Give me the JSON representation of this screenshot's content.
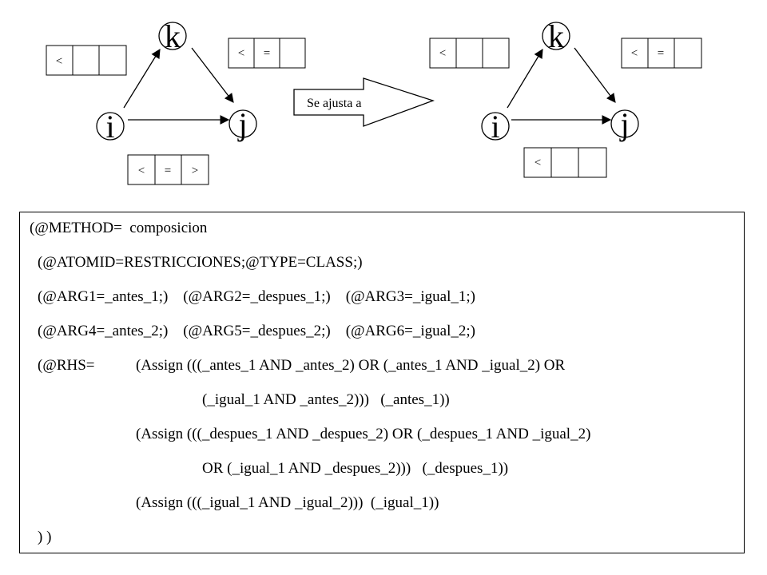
{
  "diagram": {
    "left": {
      "nodes": {
        "k": "k",
        "i": "i",
        "j": "j"
      },
      "box_ik": [
        "<",
        "",
        ""
      ],
      "box_kj": [
        "<",
        "=",
        ""
      ],
      "box_ij": [
        "<",
        "=",
        ">"
      ]
    },
    "transform_label": "Se ajusta a",
    "right": {
      "nodes": {
        "k": "k",
        "i": "i",
        "j": "j"
      },
      "box_ik": [
        "<",
        "",
        ""
      ],
      "box_kj": [
        "<",
        "=",
        ""
      ],
      "box_ij": [
        "<",
        "",
        ""
      ]
    }
  },
  "code": {
    "lines": [
      "(@METHOD=  composicion",
      "(@ATOMID=RESTRICCIONES;@TYPE=CLASS;)",
      "(@ARG1=_antes_1;)    (@ARG2=_despues_1;)    (@ARG3=_igual_1;)",
      "(@ARG4=_antes_2;)    (@ARG5=_despues_2;)    (@ARG6=_igual_2;)",
      "(@RHS=",
      "(Assign (((_antes_1 AND _antes_2) OR (_antes_1 AND _igual_2) OR",
      "(_igual_1 AND _antes_2)))   (_antes_1))",
      "(Assign (((_despues_1 AND _despues_2) OR (_despues_1 AND _igual_2)",
      "OR (_igual_1 AND _despues_2)))   (_despues_1))",
      "(Assign (((_igual_1 AND _igual_2)))  (_igual_1))",
      ") )"
    ]
  }
}
